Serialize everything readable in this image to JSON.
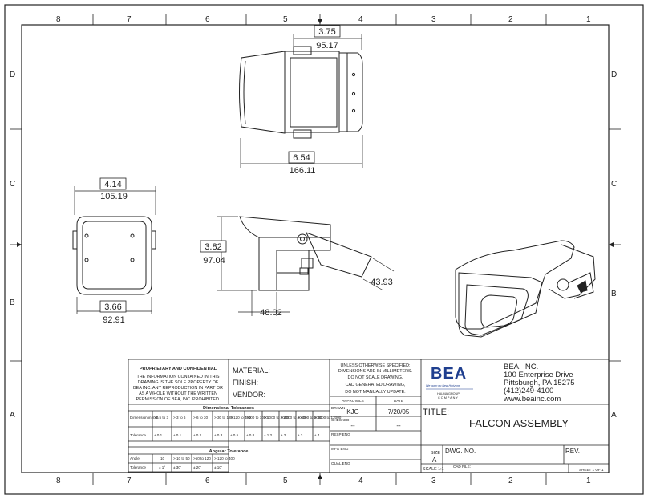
{
  "zones": {
    "columns": [
      "8",
      "7",
      "6",
      "5",
      "4",
      "3",
      "2",
      "1"
    ],
    "rows": [
      "D",
      "C",
      "B",
      "A"
    ]
  },
  "dimensions": {
    "top_width_in": "3.75",
    "top_width_mm": "95.17",
    "top_length_in": "6.54",
    "top_length_mm": "166.11",
    "front_width_in": "4.14",
    "front_width_mm": "105.19",
    "front_base_in": "3.66",
    "front_base_mm": "92.91",
    "side_height_in": "3.82",
    "side_height_mm": "97.04",
    "side_bracket_mm": "43.93",
    "side_depth_mm": "48.02"
  },
  "title_block": {
    "proprietary_title": "PROPRIETARY AND CONFIDENTIAL",
    "proprietary_lines": [
      "THE INFORMATION CONTAINED IN THIS",
      "DRAWING IS THE SOLE PROPERTY OF",
      "BEA INC. ANY REPRODUCTION IN PART OR",
      "AS A WHOLE WITHOUT THE WRITTEN",
      "PERMISSION OF BEA, INC. PROHIBITED."
    ],
    "material_label": "MATERIAL:",
    "finish_label": "FINISH:",
    "vendor_label": "VENDOR:",
    "notes": [
      "UNLESS OTHERWISE SPECIFIED:",
      "DIMENSIONS ARE IN MILLIMETERS.",
      "DO NOT SCALE DRAWING.",
      "CAD GENERATED DRAWING,",
      "DO NOT MANUALLY UPDATE."
    ],
    "approvals_label": "APPROVALS",
    "date_label": "DATE",
    "drawn_label": "DRAWN",
    "drawn_by": "KJG",
    "drawn_date": "7/20/05",
    "checked_label": "CHECKED",
    "checked_by": "--",
    "checked_date": "--",
    "resp_eng_label": "RESP ENG",
    "mfg_eng_label": "MFG ENG",
    "qual_eng_label": "QUAL ENG",
    "logo_text": "BEA",
    "logo_tagline": "We open up New Horizons",
    "logo_group_1": "HALMA GROUP",
    "logo_group_2": "COMPANY",
    "company_name": "BEA, INC.",
    "address_1": "100 Enterprise Drive",
    "address_2": "Pittsburgh, PA  15275",
    "phone": "(412)249-4100",
    "website": "www.beainc.com",
    "title_label": "TITLE:",
    "title_value": "FALCON ASSEMBLY",
    "size_label": "SIZE",
    "size_value": "A",
    "dwg_no_label": "DWG. NO.",
    "rev_label": "REV.",
    "scale_label": "SCALE 1:1",
    "cad_file_label": "CAD FILE:",
    "sheet_label": "SHEET 1 OF 1",
    "dim_tol_title": "Dimensional Tolerances",
    "dim_tol_row1_label": "Dimension in mm",
    "dim_tol_headers": [
      ">0.5 to 3",
      "> 3 to 6",
      "> 6 to 30",
      "> 30 to 120",
      "> 120 to 400",
      ">400 to 1000",
      "> 1000 to 2000",
      "> 2000 to 4000",
      "> 4000 to 8000",
      "> 8000 to 12000"
    ],
    "dim_tol_row2_label": "Tolerance",
    "dim_tol_values": [
      "± 0.1",
      "± 0.1",
      "± 0.2",
      "± 0.3",
      "± 0.5",
      "± 0.8",
      "± 1.2",
      "± 2",
      "± 3",
      "± 4"
    ],
    "ang_tol_title": "Angular Tolerance",
    "ang_row1_label": "Angle",
    "ang_headers": [
      "10",
      "> 10 to 50",
      ">50 to 120",
      "> 120 to 400"
    ],
    "ang_row2_label": "Tolerance",
    "ang_values": [
      "± 1°",
      "± 30'",
      "± 20'",
      "± 10'"
    ]
  }
}
